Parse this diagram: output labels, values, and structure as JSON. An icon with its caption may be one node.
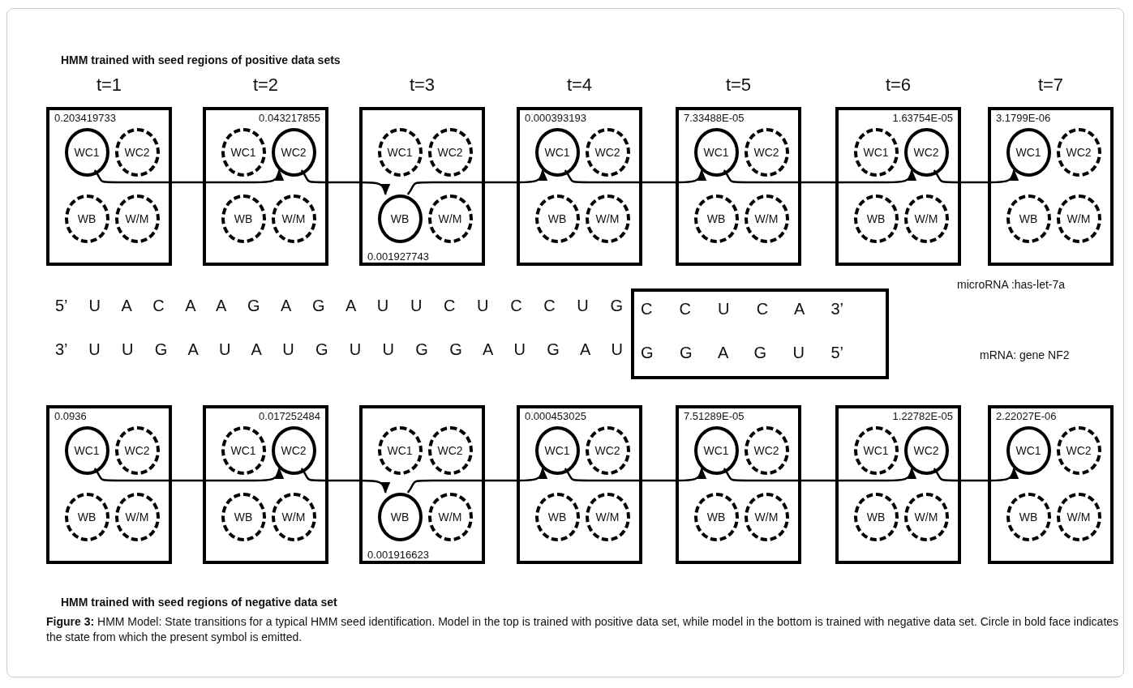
{
  "diagram": {
    "caption": "**Figure 3:** HMM Model: State transitions for a typical HMM seed identification. Model in the top is trained with positive data set, while model in the bottom is trained with negative data set. Circle in bold face indicates the state from which the present symbol is emitted.",
    "nodes": [
      {
        "text": [
          "t=1",
          "0.203419733"
        ]
      },
      {
        "text": [
          "WC1"
        ],
        "in": 0
      },
      {
        "text": [
          "WC2"
        ],
        "in": 0
      },
      {
        "text": [
          "WB"
        ],
        "in": 0
      },
      {
        "text": [
          "W/M"
        ],
        "in": 0
      },
      {
        "text": [
          "t=2",
          "0.043217855"
        ]
      },
      {
        "text": [
          "WC1"
        ],
        "in": 5
      },
      {
        "text": [
          "WC2"
        ],
        "in": 5
      },
      {
        "text": [
          "WB"
        ],
        "in": 5
      },
      {
        "text": [
          "W/M"
        ],
        "in": 5
      },
      {
        "text": [
          "t=3",
          "0.001927743"
        ]
      },
      {
        "text": [
          "WC1"
        ],
        "in": 10
      },
      {
        "text": [
          "WC2"
        ],
        "in": 10
      },
      {
        "text": [
          "WB"
        ],
        "in": 10
      },
      {
        "text": [
          "W/M"
        ],
        "in": 10
      },
      {
        "text": [
          "t=4",
          "0.000393193"
        ]
      },
      {
        "text": [
          "WC1"
        ],
        "in": 15
      },
      {
        "text": [
          "WC2"
        ],
        "in": 15
      },
      {
        "text": [
          "WB"
        ],
        "in": 15
      },
      {
        "text": [
          "W/M"
        ],
        "in": 15
      },
      {
        "text": [
          "t=5",
          "7.33488E-05"
        ]
      },
      {
        "text": [
          "WC1"
        ],
        "in": 20
      },
      {
        "text": [
          "WC2"
        ],
        "in": 20
      },
      {
        "text": [
          "WB"
        ],
        "in": 20
      },
      {
        "text": [
          "W/M"
        ],
        "in": 20
      },
      {
        "text": [
          "t=6",
          "1.63754E-05"
        ]
      },
      {
        "text": [
          "WC1"
        ],
        "in": 25
      },
      {
        "text": [
          "WC2"
        ],
        "in": 25
      },
      {
        "text": [
          "WB"
        ],
        "in": 25
      },
      {
        "text": [
          "W/M"
        ],
        "in": 25
      },
      {
        "text": [
          "t=7",
          "3.1799E-06"
        ]
      },
      {
        "text": [
          "WC1"
        ],
        "in": 30
      },
      {
        "text": [
          "WC2"
        ],
        "in": 30
      },
      {
        "text": [
          "WB"
        ],
        "in": 30
      },
      {
        "text": [
          "W/M"
        ],
        "in": 30
      },
      {
        "text": [
          "0.0936"
        ]
      },
      {
        "text": [
          "WC1"
        ],
        "in": 35
      },
      {
        "text": [
          "WC2"
        ],
        "in": 35
      },
      {
        "text": [
          "WB"
        ],
        "in": 35
      },
      {
        "text": [
          "W/M"
        ],
        "in": 35
      },
      {
        "text": [
          "0.017252484"
        ]
      },
      {
        "text": [
          "WC1"
        ],
        "in": 40
      },
      {
        "text": [
          "WC2"
        ],
        "in": 40
      },
      {
        "text": [
          "WB"
        ],
        "in": 40
      },
      {
        "text": [
          "W/M"
        ],
        "in": 40
      },
      {
        "text": [
          "0.001916623"
        ]
      },
      {
        "text": [
          "WC1"
        ],
        "in": 45
      },
      {
        "text": [
          "WC2"
        ],
        "in": 45
      },
      {
        "text": [
          "WB"
        ],
        "in": 45
      },
      {
        "text": [
          "W/M"
        ],
        "in": 45
      },
      {
        "text": [
          "0.000453025"
        ]
      },
      {
        "text": [
          "WC1"
        ],
        "in": 50
      },
      {
        "text": [
          "WC2"
        ],
        "in": 50
      },
      {
        "text": [
          "WB"
        ],
        "in": 50
      },
      {
        "text": [
          "W/M"
        ],
        "in": 50
      },
      {
        "text": [
          "7.51289E-05"
        ]
      },
      {
        "text": [
          "WC1"
        ],
        "in": 55
      },
      {
        "text": [
          "WC2"
        ],
        "in": 55
      },
      {
        "text": [
          "WB"
        ],
        "in": 55
      },
      {
        "text": [
          "W/M"
        ],
        "in": 55
      },
      {
        "text": [
          "1.22782E-05"
        ]
      },
      {
        "text": [
          "WC1"
        ],
        "in": 60
      },
      {
        "text": [
          "WC2"
        ],
        "in": 60
      },
      {
        "text": [
          "WB"
        ],
        "in": 60
      },
      {
        "text": [
          "W/M"
        ],
        "in": 60
      },
      {
        "text": [
          "2.22027E-06"
        ]
      },
      {
        "text": [
          "WC1"
        ],
        "in": 65
      },
      {
        "text": [
          "WC2"
        ],
        "in": 65
      },
      {
        "text": [
          "WB"
        ],
        "in": 65
      },
      {
        "text": [
          "W/M"
        ],
        "in": 65
      },
      {
        "text": [
          "C C U C A 3’",
          "G G A G U 5’"
        ]
      }
    ],
    "edges": [
      {
        "from": 1,
        "to": 7,
        "arrow": "to"
      },
      {
        "from": 7,
        "to": 13,
        "arrow": "to"
      },
      {
        "from": 13,
        "to": 16,
        "arrow": "to"
      },
      {
        "from": 16,
        "to": 21,
        "arrow": "to"
      },
      {
        "from": 21,
        "to": 27,
        "arrow": "to"
      },
      {
        "from": 27,
        "to": 31,
        "arrow": "to"
      },
      {
        "from": 36,
        "to": 42,
        "arrow": "to"
      },
      {
        "from": 42,
        "to": 48,
        "arrow": "to"
      },
      {
        "from": 48,
        "to": 51,
        "arrow": "to"
      },
      {
        "from": 51,
        "to": 56,
        "arrow": "to"
      },
      {
        "from": 56,
        "to": 62,
        "arrow": "to"
      },
      {
        "from": 62,
        "to": 66,
        "arrow": "to"
      }
    ],
    "labels": [
      "HMM trained with seed regions of positive data sets",
      "microRNA :has-let-7a",
      "5’ U A C A A G A G A U U C U C C U G",
      "3’ U U G A U A U G U U G G A U G A U",
      "mRNA: gene NF2",
      "HMM trained with seed regions of negative data set"
    ]
  }
}
